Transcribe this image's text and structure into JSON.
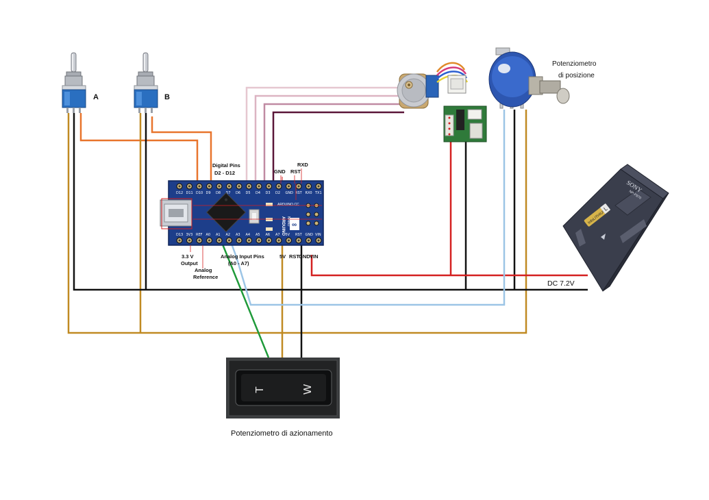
{
  "switches": {
    "a_label": "A",
    "b_label": "B"
  },
  "pot_position": {
    "line1": "Potenziometro",
    "line2": "di posizione"
  },
  "pot_drive": {
    "label": "Potenziometro di azionamento",
    "knob_left": "T",
    "knob_right": "W"
  },
  "battery": {
    "brand": "SONY",
    "model": "NP-F970",
    "badge": "InfoLITHIUM",
    "series": "L"
  },
  "supply": {
    "label": "DC 7.2V"
  },
  "arduino": {
    "board_text": "ARDUINO",
    "site_text": "ARDUINO.CC",
    "nano_text": "NANO",
    "labels": {
      "digital_pins": "Digital Pins",
      "digital_range": "D2 - D12",
      "gnd_top": "GND",
      "rst_top": "RST",
      "rxd": "RXD",
      "out33_l1": "3.3 V",
      "out33_l2": "Output",
      "aref_l1": "Analog",
      "aref_l2": "Reference",
      "analog_l1": "Analog Input Pins",
      "analog_l2": "(A0 - A7)",
      "v5": "5V",
      "rst_bottom": "RST",
      "gnd_bottom": "GND",
      "vin": "VIN"
    },
    "top_pins": [
      "D12",
      "D11",
      "D10",
      "D9",
      "D8",
      "D7",
      "D6",
      "D5",
      "D4",
      "D3",
      "D2",
      "GND",
      "RST",
      "RX0",
      "TX1"
    ],
    "bottom_pins": [
      "D13",
      "3V3",
      "REF",
      "A0",
      "A1",
      "A2",
      "A3",
      "A4",
      "A5",
      "A6",
      "A7",
      "5V",
      "RST",
      "GND",
      "VIN"
    ]
  },
  "colors": {
    "wire_orange": "#e8742c",
    "wire_gold": "#c08a22",
    "wire_black": "#111111",
    "wire_red": "#d42020",
    "wire_blue": "#9cc5e6",
    "wire_green": "#1f9a3a",
    "wire_pink": "#e6c7d0",
    "wire_mauve": "#c08aa2",
    "wire_plum": "#8a3c66",
    "wire_darkplum": "#5a1638",
    "board_blue": "#1d3e8a"
  }
}
